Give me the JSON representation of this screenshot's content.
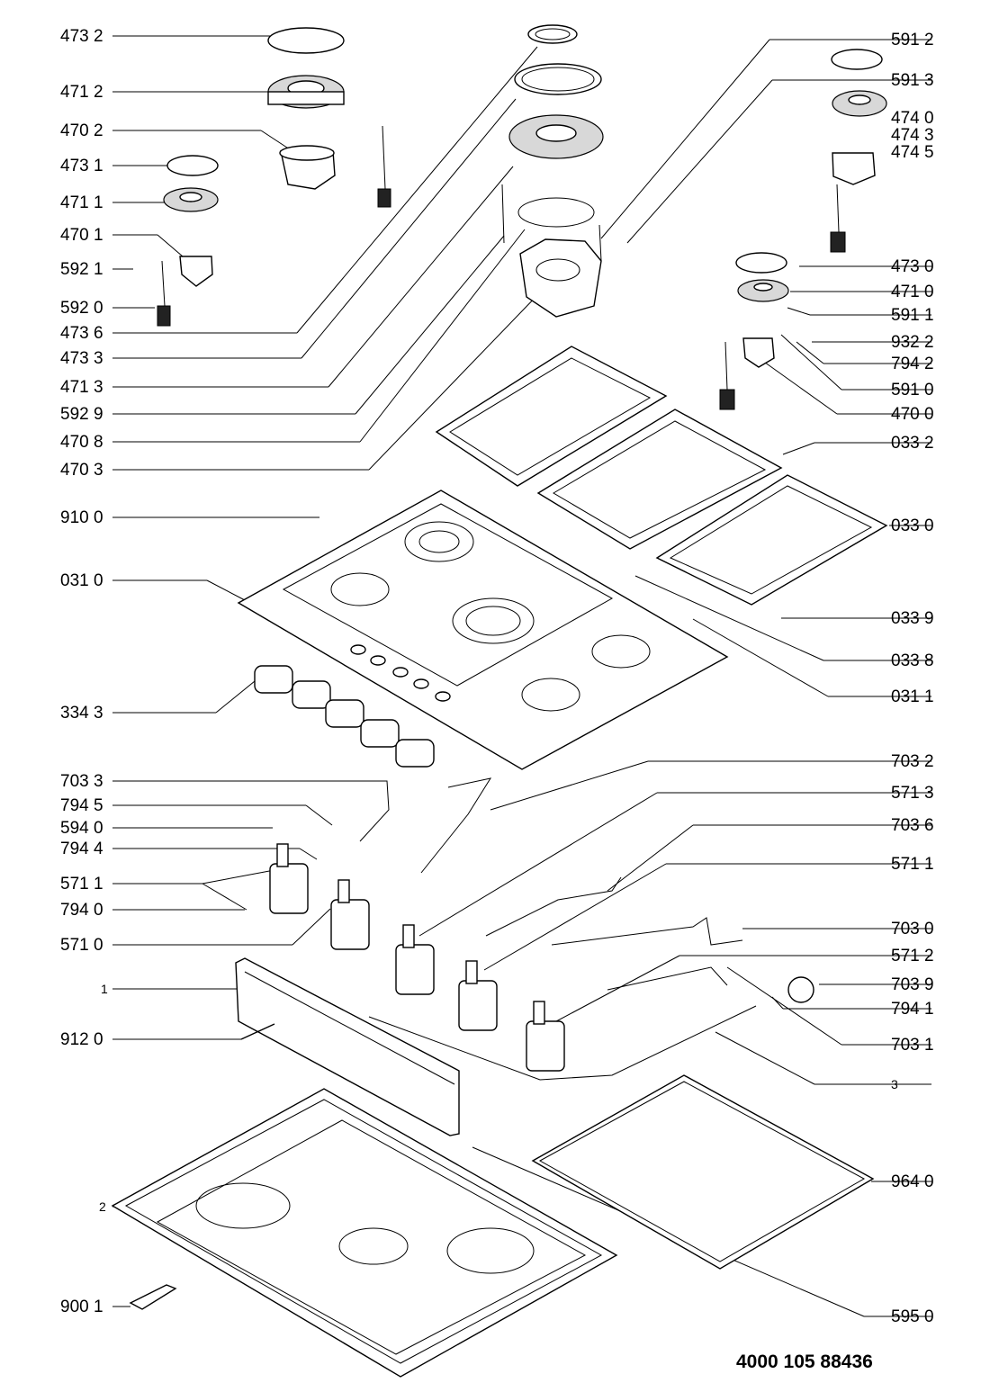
{
  "labels_left": [
    "473 2",
    "471 2",
    "470 2",
    "473 1",
    "471 1",
    "470 1",
    "592 1",
    "592 0",
    "473 6",
    "473 3",
    "471 3",
    "592 9",
    "470 8",
    "470 3",
    "910 0",
    "031 0",
    "334 3",
    "703 3",
    "794 5",
    "594 0",
    "794 4",
    "571 1",
    "794 0",
    "571 0",
    "1",
    "912 0",
    "2",
    "900 1"
  ],
  "labels_right": [
    "591 2",
    "591 3",
    "474 0",
    "474 3",
    "474 5",
    "473 0",
    "471 0",
    "591 1",
    "932 2",
    "794 2",
    "591 0",
    "470 0",
    "033 2",
    "033 0",
    "033 9",
    "033 8",
    "031 1",
    "703 2",
    "571 3",
    "703 6",
    "571 1",
    "703 0",
    "571 2",
    "703 9",
    "794 1",
    "703 1",
    "3",
    "964 0",
    "595 0"
  ],
  "document_number": "4000 105 88436"
}
